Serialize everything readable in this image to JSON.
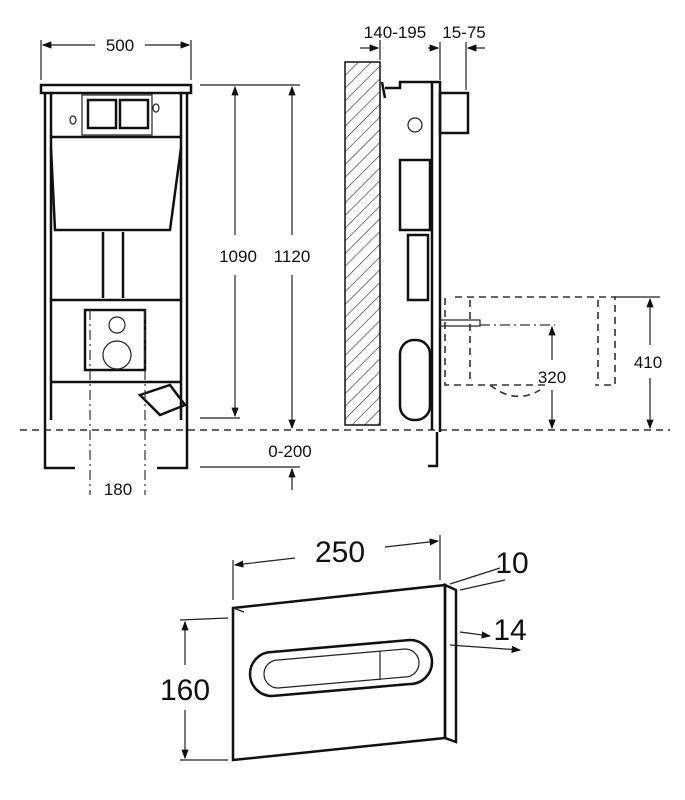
{
  "front_view": {
    "width_label": "500",
    "height_frame_label": "1090",
    "height_total_label": "1120",
    "leg_adjust_label": "0-200",
    "bolt_spacing_label": "180"
  },
  "side_view": {
    "wall_gap_label": "140-195",
    "box_depth_label": "15-75",
    "outlet_height_label": "320",
    "bowl_height_label": "410"
  },
  "flush_plate": {
    "width_label": "250",
    "height_label": "160",
    "thickness_label": "10",
    "button_depth_label": "14"
  }
}
